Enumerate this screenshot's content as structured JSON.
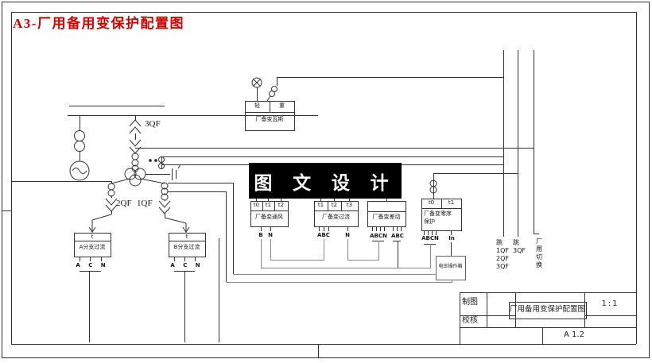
{
  "title": "A3-厂用备用变保护配置图",
  "watermark": "图 文 设 计",
  "breakers": {
    "qf3": "3QF",
    "qf2": "2QF",
    "qf1": "1QF"
  },
  "gas_box": {
    "cell1": "轻",
    "cell2": "重",
    "label": "厂备变瓦斯"
  },
  "branch_boxes": [
    {
      "cell": "t",
      "label": "A分支过流",
      "pins": "A C N"
    },
    {
      "cell": "t",
      "label": "B分支过流",
      "pins": "A C N"
    }
  ],
  "protection_boxes": [
    {
      "cells": [
        "t0",
        "t1",
        "t2"
      ],
      "label": "厂备变通风",
      "pins": [
        "B",
        "N"
      ]
    },
    {
      "cells": [
        "t1",
        "t2",
        "t3"
      ],
      "label": "厂备变过流",
      "pins": [
        "ABC",
        "N"
      ]
    },
    {
      "cells": [],
      "label": "厂备变差动",
      "pins": [
        "ABCN",
        "ABC"
      ]
    },
    {
      "cells": [
        "t0",
        "t1"
      ],
      "label": "厂备变零序\n保护",
      "pins": [
        "ABCN",
        "In"
      ]
    }
  ],
  "voltage_box": "电压操作箱",
  "bus_outputs": [
    {
      "text": "跳\n1QF\n2QF\n3QF"
    },
    {
      "text": "跳\n3QF"
    },
    {
      "text": "厂\n用\n切\n换"
    }
  ],
  "title_block": {
    "drawn": "制图",
    "checked": "校核",
    "drawing_title": "厂用备用变保护配置图",
    "scale": "1:1",
    "sheet": "A 1.2"
  }
}
